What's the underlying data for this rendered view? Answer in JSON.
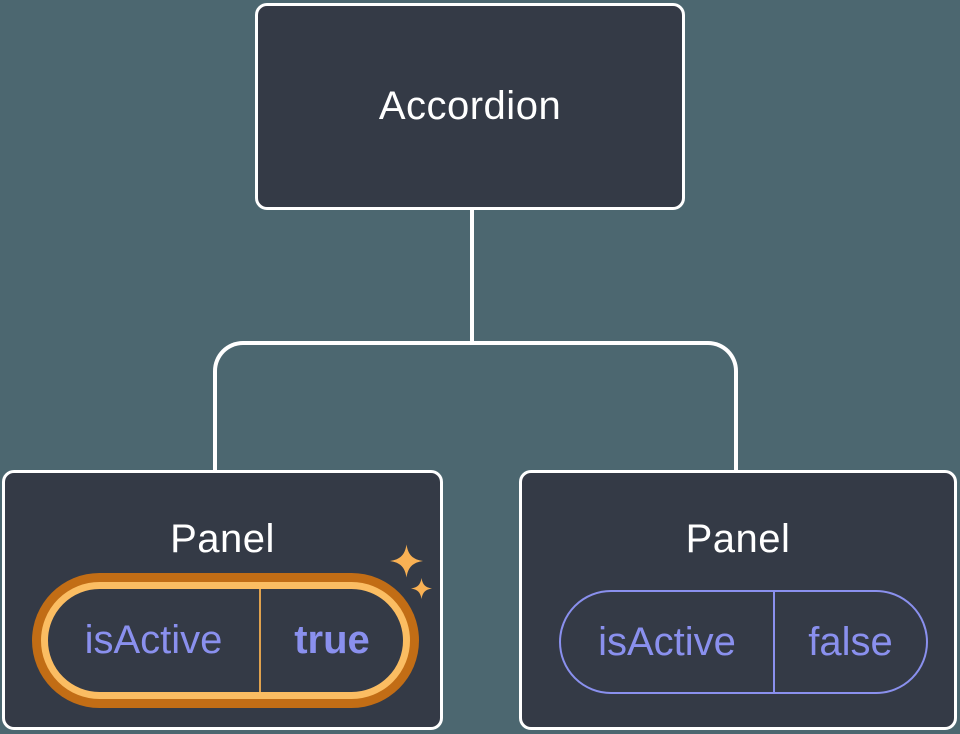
{
  "tree": {
    "root": {
      "label": "Accordion"
    },
    "panels": [
      {
        "label": "Panel",
        "prop": {
          "name": "isActive",
          "value": "true"
        },
        "highlighted": true
      },
      {
        "label": "Panel",
        "prop": {
          "name": "isActive",
          "value": "false"
        },
        "highlighted": false
      }
    ]
  },
  "icons": {
    "sparkle_large": "sparkle-icon",
    "sparkle_small": "sparkle-icon"
  },
  "colors": {
    "background": "#4C6770",
    "node_fill": "#343A46",
    "node_border": "#FFFFFF",
    "node_text": "#FFFFFF",
    "connector": "#FFFFFF",
    "state_text": "#8A90EE",
    "highlight_gold": "#FBBD62",
    "highlight_ring": "#C26D15",
    "highlight_divider": "#E0A24E",
    "sparkle": "#F9B154"
  }
}
